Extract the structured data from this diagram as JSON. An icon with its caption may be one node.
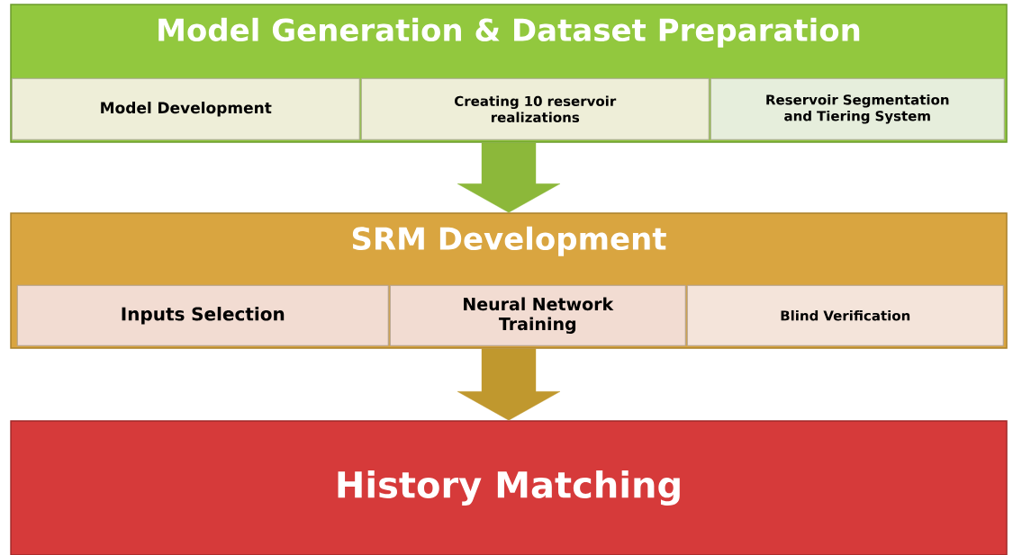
{
  "diagram": {
    "nodes": [
      {
        "text": [
          "Model Generation & Dataset Preparation"
        ]
      },
      {
        "text": [
          "Model Development"
        ],
        "in": 0
      },
      {
        "text": [
          "Creating 10 reservoir realizations"
        ],
        "in": 0
      },
      {
        "text": [
          "Reservoir Segmentation and Tiering System"
        ],
        "in": 0
      },
      {
        "text": [
          "SRM Development"
        ]
      },
      {
        "text": [
          "Inputs Selection"
        ],
        "in": 4
      },
      {
        "text": [
          "Neural Network Training"
        ],
        "in": 4
      },
      {
        "text": [
          "Blind Verification"
        ],
        "in": 4
      },
      {
        "text": [
          "History Matching"
        ]
      }
    ],
    "edges": [
      {
        "from": 0,
        "to": 4,
        "arrow": "to",
        "color": "#8cb83a"
      },
      {
        "from": 4,
        "to": 8,
        "arrow": "to",
        "color": "#c0982e"
      }
    ]
  }
}
